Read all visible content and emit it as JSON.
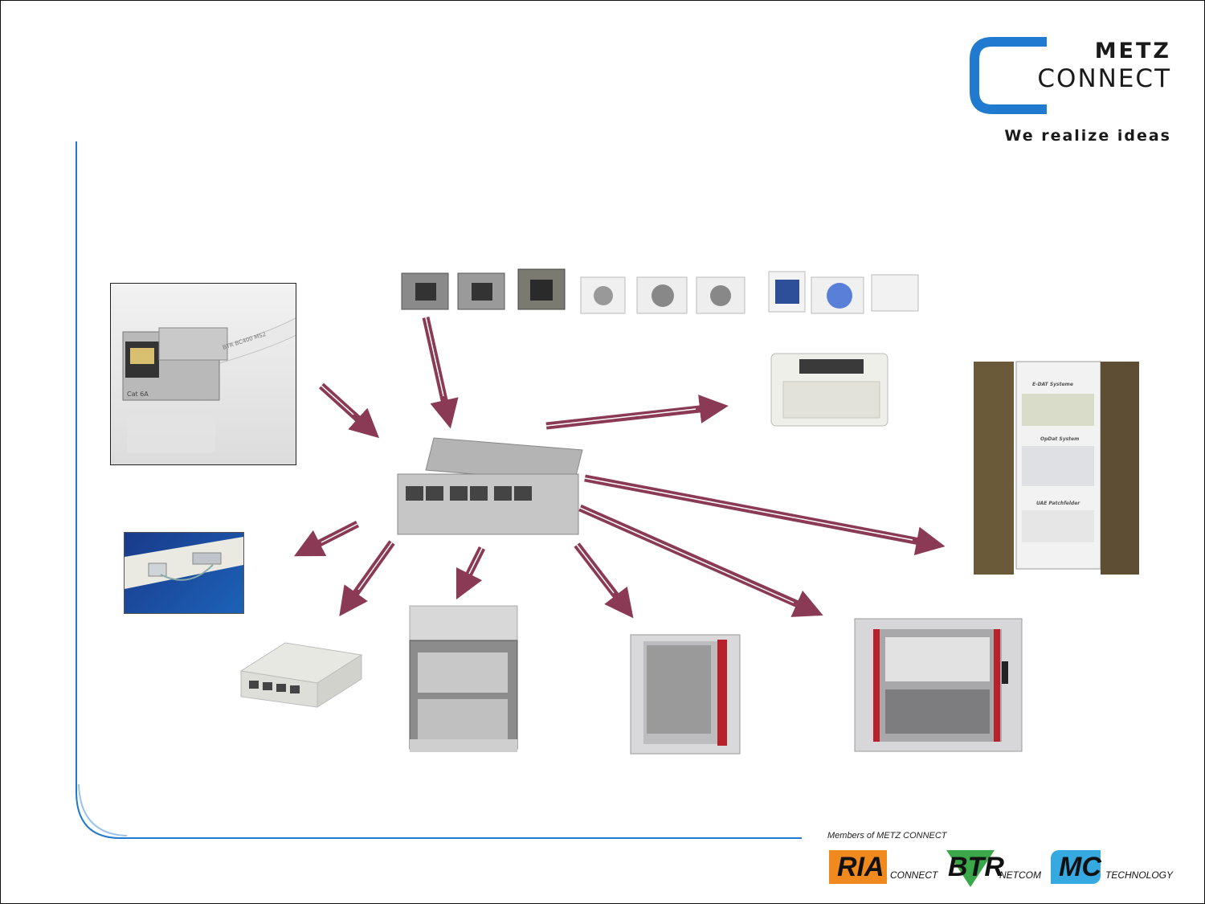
{
  "brand": {
    "logo_top": "METZ",
    "logo_bottom": "CONNECT",
    "slogan": "We realize ideas",
    "colors": {
      "blue": "#1f7ad0",
      "arrow": "#8b3a55",
      "rack_red": "#b8202a"
    }
  },
  "members": {
    "title": "Members of METZ CONNECT",
    "logos": [
      {
        "main": "RIA",
        "sub": "CONNECT",
        "color": "#f08a1e"
      },
      {
        "main": "BTR",
        "sub": "NETCOM",
        "color": "#3aa84a"
      },
      {
        "main": "MC",
        "sub": "TECHNOLOGY",
        "color": "#35a9e0"
      }
    ]
  },
  "rack_labels": {
    "edat": "E-DAT Systeme",
    "opdat": "OpDat System",
    "uae": "UAE Patchfelder"
  },
  "connector_label": "Cat 6A",
  "cable_print": "BTR BC400 MS2"
}
